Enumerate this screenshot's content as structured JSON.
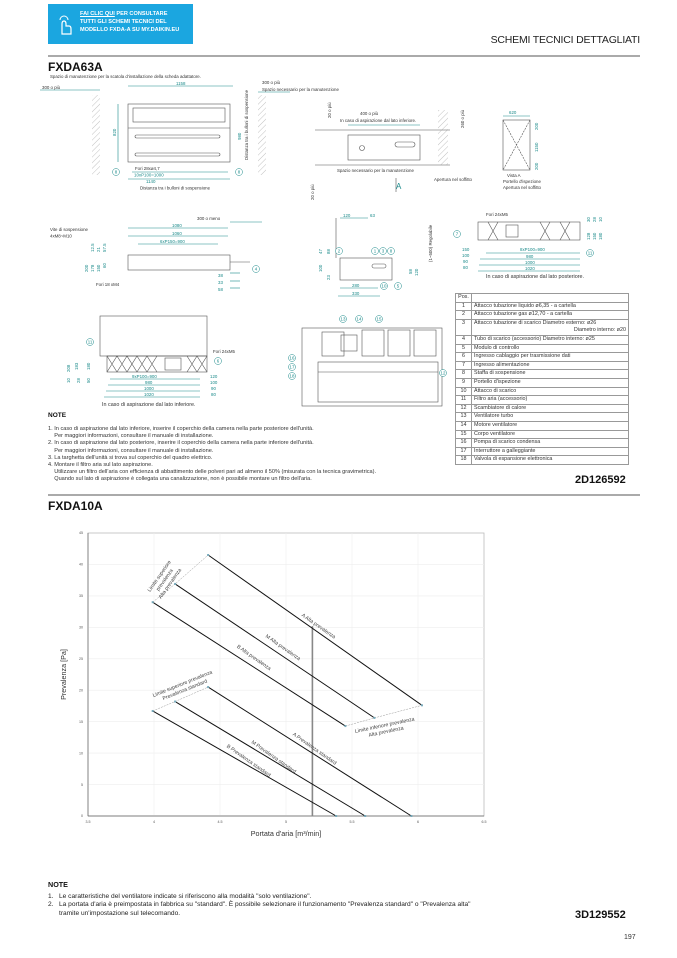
{
  "header": {
    "cta_line1_link": "FAI CLIC QUI",
    "cta_line1_rest": " PER CONSULTARE",
    "cta_line2": "TUTTI GLI SCHEMI TECNICI DEL",
    "cta_line3": "MODELLO FXDA-A SU MY.DAIKIN.EU",
    "title": "SCHEMI TECNICI DETTAGLIATI",
    "brand_color": "#1ba6e0"
  },
  "section1": {
    "model": "FXDA63A",
    "drawing_code": "2D126592",
    "drawings": {
      "adapter_space": "Spazio di manutenzione per la scatola d'installazione della scheda adattatore.",
      "d1158": "1158",
      "left300": "300 o più",
      "right300": "300 o più",
      "maint_space": "Spazio necessario per la manutenzione",
      "d820": "820",
      "d980": "980",
      "holes28": "Fori 28xø4,7",
      "pitch1000": "10xP100=1000",
      "d1140": "1140",
      "bolt_distance": "Distanza tra i bulloni di sospensione",
      "d400": "400 o più",
      "bottom_intake": "In caso di aspirazione dal lato inferiore.",
      "d20a": "20 o più",
      "d260": "260 o più",
      "d20b": "20 o più",
      "view_a_marker": "A",
      "ceiling_opening": "Apertura nel soffitto",
      "d620": "620",
      "d200a": "200",
      "d1150": "1150",
      "d200b": "200",
      "view_a": "Vista A",
      "inspection_door": "Portello d'ispezione",
      "ceiling_opening2": "Apertura nel soffitto",
      "d300less": "300 o meno",
      "d1080": "1080",
      "d1060": "1060",
      "pitch900": "6xP150=900",
      "suspension_screw": "Vite di sospensione",
      "screw_spec": "4xM8~M10",
      "d200": "200",
      "d178": "178",
      "d150": "150",
      "d60": "60",
      "d12_5": "12.5",
      "d21": "21",
      "d57_5": "57.5",
      "holes18": "Fori 18 xM4",
      "d38": "38",
      "d33": "33",
      "d58": "58",
      "d120": "120",
      "d63": "63",
      "d47": "47",
      "d88": "88",
      "d100": "100",
      "d23": "23",
      "d280": "280",
      "d330": "330",
      "adjustable": "(1~500) Regolabile",
      "d58b": "58",
      "d120b": "120",
      "holes24": "Fori 24xM5",
      "pitch900b": "8xP100=900",
      "d980b": "980",
      "d1000": "1000",
      "d1020": "1020",
      "r150": "150",
      "r100": "100",
      "r90": "90",
      "r80": "80",
      "s30": "30",
      "s28": "28",
      "s10": "10",
      "s128": "128",
      "s150": "150",
      "s180": "180",
      "rear_intake": "In caso di aspirazione dal lato posteriore.",
      "holes24b": "Fori 24xM5",
      "pitch900c": "9xP100=900",
      "e980": "980",
      "e1000": "1000",
      "e1020": "1020",
      "f120": "120",
      "f100": "100",
      "f90": "90",
      "f80": "80",
      "g208": "208",
      "g183": "183",
      "g180": "180",
      "g10": "10",
      "g28": "28",
      "g50": "50",
      "bottom_intake2": "In caso di aspirazione dal lato inferiore."
    },
    "callouts": [
      "1",
      "2",
      "3",
      "4",
      "5",
      "6",
      "7",
      "8",
      "9",
      "10",
      "11",
      "12",
      "13",
      "14",
      "15",
      "16",
      "17",
      "18"
    ],
    "positions_header": "Pos.",
    "positions": [
      {
        "n": "1",
        "desc": "Attacco tubazione liquido ø6,35 - a cartella"
      },
      {
        "n": "2",
        "desc": "Attacco tubazione gas ø12,70 - a cartella"
      },
      {
        "n": "3",
        "desc": "Attacco tubazione di scarico Diametro esterno: ø26",
        "desc2": "Diametro interno: ø20"
      },
      {
        "n": "4",
        "desc": "Tubo di scarico (accessorio) Diametro interno: ø25"
      },
      {
        "n": "5",
        "desc": "Modulo di controllo"
      },
      {
        "n": "6",
        "desc": "Ingresso cablaggio per trasmissione dati"
      },
      {
        "n": "7",
        "desc": "Ingresso alimentazione"
      },
      {
        "n": "8",
        "desc": "Staffa di sospensione"
      },
      {
        "n": "9",
        "desc": "Portello d'ispezione"
      },
      {
        "n": "10",
        "desc": "Attacco di scarico"
      },
      {
        "n": "11",
        "desc": "Filtro aria (accessorio)"
      },
      {
        "n": "12",
        "desc": "Scambiatore di calore"
      },
      {
        "n": "13",
        "desc": "Ventilatore turbo"
      },
      {
        "n": "14",
        "desc": "Motore ventilatore"
      },
      {
        "n": "15",
        "desc": "Corpo ventilatore"
      },
      {
        "n": "16",
        "desc": "Pompa di scarico condensa"
      },
      {
        "n": "17",
        "desc": "Interruttore a galleggiante"
      },
      {
        "n": "18",
        "desc": "Valvola di espansione elettronica"
      }
    ],
    "note_title": "NOTE",
    "notes": [
      "1. In caso di aspirazione dal lato inferiore, inserire il coperchio della camera nella parte posteriore dell'unità.",
      "    Per maggiori informazioni, consultare il manuale di installazione.",
      "2. In caso di aspirazione dal lato posteriore, inserire il coperchio della camera nella parte inferiore dell'unità.",
      "    Per maggiori informazioni, consultare il manuale di installazione.",
      "3. La targhetta dell'unità si trova sul coperchio del quadro elettrico.",
      "4. Montare il filtro aria sul lato aspirazione.",
      "    Utilizzare un filtro dell'aria con efficienza di abbattimento delle polveri pari ad almeno il 50% (misurata con la tecnica gravimetrica).",
      "    Quando sul lato di aspirazione è collegata una canalizzazione, non è possibile montare un filtro dell'aria."
    ]
  },
  "section2": {
    "model": "FXDA10A",
    "drawing_code": "3D129552",
    "note_title": "NOTE",
    "notes": [
      "1.   Le caratteristiche del ventilatore indicate si riferiscono alla modalità \"solo ventilazione\".",
      "2.   La portata d'aria è preimpostata in fabbrica su \"standard\". È possibile selezionare il funzionamento \"Prevalenza standard\" o \"Prevalenza alta\"",
      "      tramite un'impostazione sul telecomando."
    ]
  },
  "chart_data": {
    "type": "line",
    "title": "",
    "xlabel": "Portata d'aria [m³/min]",
    "ylabel": "Prevalenza [Pa]",
    "xlim": [
      3.5,
      6.5
    ],
    "ylim": [
      0,
      45
    ],
    "xticks": [
      "3.5",
      "4",
      "4.5",
      "5",
      "5.5",
      "6",
      "6.5"
    ],
    "yticks": [
      "0",
      "5",
      "10",
      "15",
      "20",
      "25",
      "30",
      "35",
      "40",
      "45"
    ],
    "grid": true,
    "series": [
      {
        "name": "A Alta prevalenza",
        "points": [
          [
            4.41,
            41.5
          ],
          [
            6.03,
            17.6
          ]
        ]
      },
      {
        "name": "M Alta prevalenza",
        "points": [
          [
            4.16,
            36.9
          ],
          [
            5.67,
            15.6
          ]
        ]
      },
      {
        "name": "B Alta prevalenza",
        "points": [
          [
            3.99,
            34.0
          ],
          [
            5.45,
            14.3
          ]
        ]
      },
      {
        "name": "A Prevalenza standard",
        "points": [
          [
            4.41,
            20.5
          ],
          [
            5.95,
            0
          ]
        ]
      },
      {
        "name": "M Prevalenza standard",
        "points": [
          [
            4.16,
            18.2
          ],
          [
            5.6,
            0
          ]
        ]
      },
      {
        "name": "B Prevalenza standard",
        "points": [
          [
            3.99,
            16.7
          ],
          [
            5.38,
            0
          ]
        ]
      }
    ],
    "limit_lines": [
      {
        "name": "Limite superiore prevalenza Alta prevalenza",
        "points": [
          [
            3.99,
            34.0
          ],
          [
            4.16,
            36.9
          ],
          [
            4.41,
            41.5
          ]
        ]
      },
      {
        "name": "Limite superiore prevalenza Prevalenza standard",
        "points": [
          [
            3.99,
            16.7
          ],
          [
            4.16,
            18.2
          ],
          [
            4.41,
            20.5
          ]
        ]
      },
      {
        "name": "Limite inferiore prevalenza Alta prevalenza",
        "points": [
          [
            5.45,
            14.3
          ],
          [
            5.67,
            15.6
          ],
          [
            6.03,
            17.6
          ]
        ]
      }
    ],
    "reference_line": {
      "x": 5.2,
      "y": [
        0,
        30.2
      ]
    },
    "annotations": [
      {
        "lines": [
          "A Alta prevalenza"
        ],
        "x": 5.24,
        "y": 30.0,
        "angle": 35
      },
      {
        "lines": [
          "M Alta prevalenza"
        ],
        "x": 4.97,
        "y": 26.6,
        "angle": 35
      },
      {
        "lines": [
          "B Alta prevalenza"
        ],
        "x": 4.75,
        "y": 25.0,
        "angle": 35
      },
      {
        "lines": [
          "Limite superiore",
          "prevalenza",
          "Alta prevalenza"
        ],
        "x": 4.05,
        "y": 38.0,
        "angle": -55
      },
      {
        "lines": [
          "Limite superiore prevalenza",
          "Prevalenza standard"
        ],
        "x": 4.22,
        "y": 20.8,
        "angle": -22
      },
      {
        "lines": [
          "Limite inferiore prevalenza",
          "Alta prevalenza"
        ],
        "x": 5.75,
        "y": 14.2,
        "angle": -12
      },
      {
        "lines": [
          "A Prevalenza standard"
        ],
        "x": 5.21,
        "y": 10.5,
        "angle": 35
      },
      {
        "lines": [
          "M Prevalenza standard"
        ],
        "x": 4.9,
        "y": 9.2,
        "angle": 35
      },
      {
        "lines": [
          "B Prevalenza standard"
        ],
        "x": 4.71,
        "y": 8.6,
        "angle": 35
      }
    ]
  },
  "footer": {
    "page_number": "197"
  }
}
